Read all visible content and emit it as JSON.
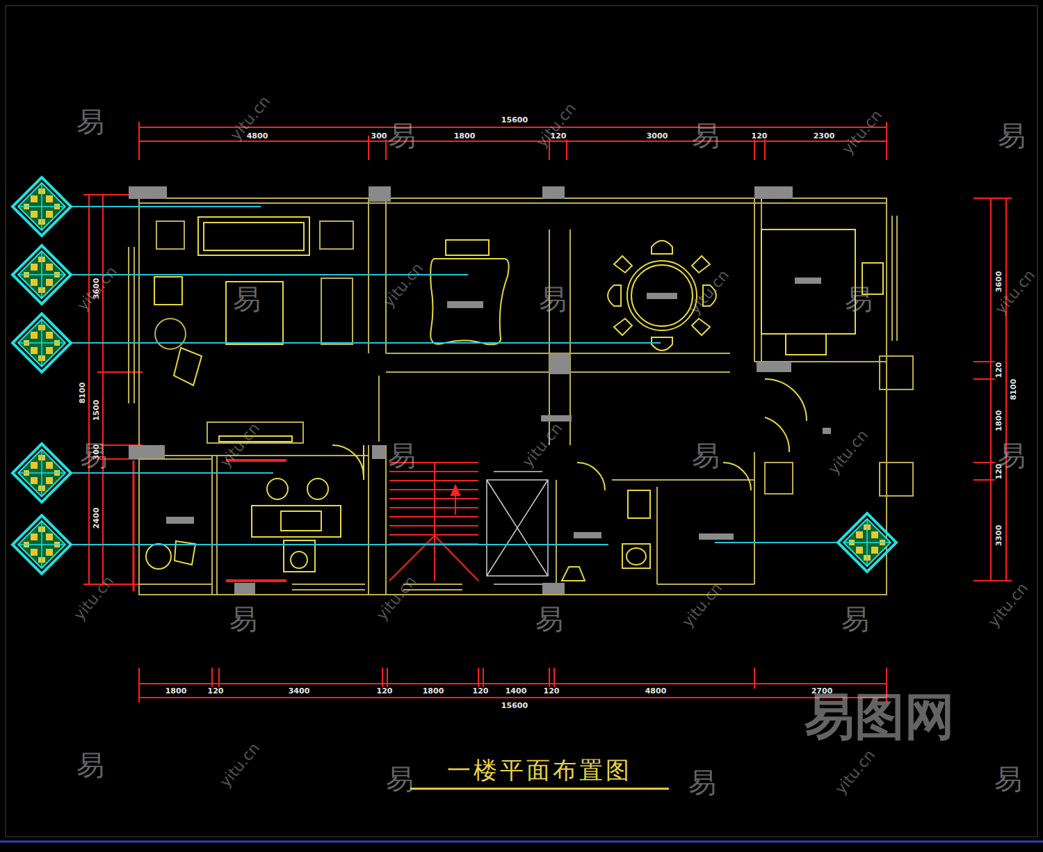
{
  "diagram": {
    "title": "一楼平面布置图",
    "labels": [
      "15600",
      "4800",
      "300",
      "1800",
      "120",
      "3000",
      "120",
      "2300",
      "1800",
      "120",
      "3400",
      "120",
      "1800",
      "120",
      "1400",
      "120",
      "4800",
      "2700",
      "15600",
      "3600",
      "1500",
      "300",
      "2400",
      "8100",
      "3600",
      "120",
      "1800",
      "120",
      "3300",
      "8100",
      "易",
      "易",
      "易",
      "易",
      "易",
      "易",
      "易",
      "易",
      "易",
      "易",
      "易",
      "易",
      "易",
      "易",
      "易",
      "易",
      "易",
      "易",
      "yitu.cn",
      "yitu.cn",
      "yitu.cn",
      "yitu.cn",
      "yitu.cn",
      "yitu.cn",
      "yitu.cn",
      "yitu.cn",
      "yitu.cn",
      "yitu.cn",
      "yitu.cn",
      "yitu.cn",
      "yitu.cn",
      "yitu.cn",
      "yitu.cn",
      "yitu.cn",
      "易图网"
    ]
  }
}
